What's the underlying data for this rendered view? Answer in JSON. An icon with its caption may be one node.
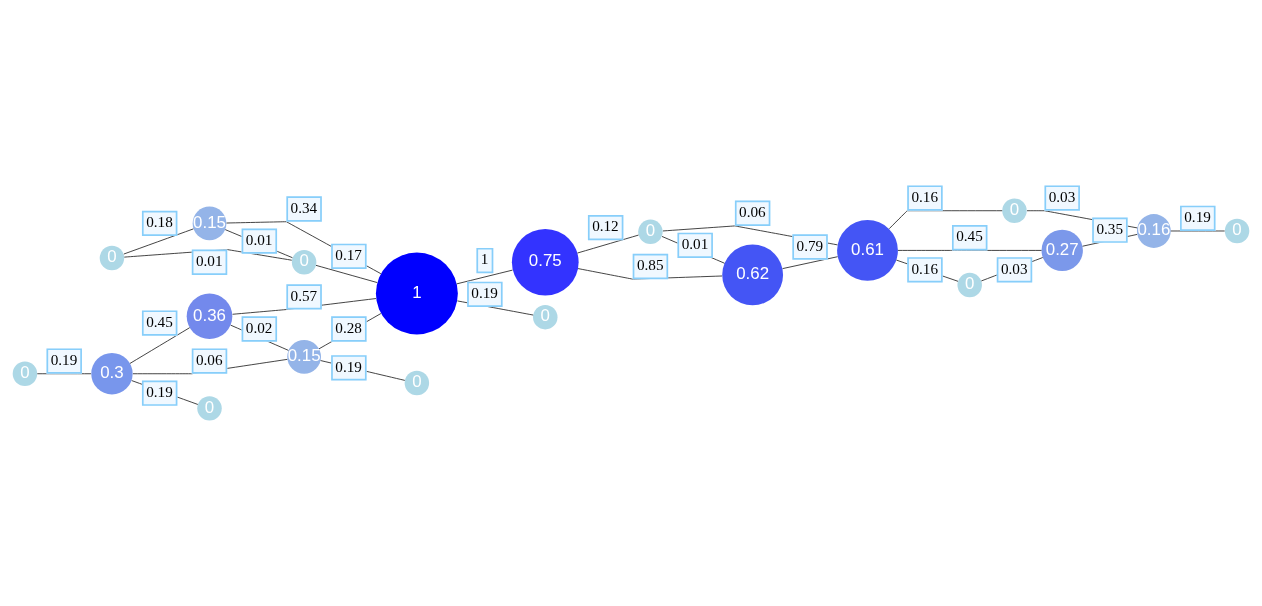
{
  "diagram": {
    "nodes": [
      {
        "text": [
          "0"
        ]
      },
      {
        "text": [
          "0.15"
        ]
      },
      {
        "text": [
          "0"
        ]
      },
      {
        "text": [
          "0"
        ]
      },
      {
        "text": [
          "0"
        ]
      },
      {
        "text": [
          "1"
        ]
      },
      {
        "text": [
          "0.36"
        ]
      },
      {
        "text": [
          "0.75"
        ]
      },
      {
        "text": [
          "0.61"
        ]
      },
      {
        "text": [
          "0.62"
        ]
      },
      {
        "text": [
          "0.16"
        ]
      },
      {
        "text": [
          "0.27"
        ]
      },
      {
        "text": [
          "0"
        ]
      },
      {
        "text": [
          "0.3"
        ]
      },
      {
        "text": [
          "0"
        ]
      },
      {
        "text": [
          "0.15"
        ]
      },
      {
        "text": [
          "0"
        ]
      },
      {
        "text": [
          "0"
        ]
      },
      {
        "text": [
          "0"
        ]
      },
      {
        "text": [
          "0"
        ]
      }
    ],
    "edges": [
      {
        "from": 0,
        "to": 1,
        "arrow": "none",
        "label": "0.18"
      },
      {
        "from": 0,
        "to": 2,
        "arrow": "none",
        "label": "0.01"
      },
      {
        "from": 1,
        "to": 2,
        "arrow": "none",
        "label": "0.01"
      },
      {
        "from": 1,
        "to": 5,
        "arrow": "none",
        "label": "0.34"
      },
      {
        "from": 2,
        "to": 5,
        "arrow": "none",
        "label": "0.17"
      },
      {
        "from": 5,
        "to": 7,
        "arrow": "none",
        "label": "1"
      },
      {
        "from": 6,
        "to": 5,
        "arrow": "none",
        "label": "0.57"
      },
      {
        "from": 15,
        "to": 5,
        "arrow": "none",
        "label": "0.28"
      },
      {
        "from": 5,
        "to": 14,
        "arrow": "none",
        "label": "0.19"
      },
      {
        "from": 13,
        "to": 6,
        "arrow": "none",
        "label": "0.45"
      },
      {
        "from": 6,
        "to": 15,
        "arrow": "none",
        "label": "0.02"
      },
      {
        "from": 13,
        "to": 15,
        "arrow": "none",
        "label": "0.06"
      },
      {
        "from": 16,
        "to": 13,
        "arrow": "none",
        "label": "0.19"
      },
      {
        "from": 13,
        "to": 18,
        "arrow": "none",
        "label": "0.19"
      },
      {
        "from": 15,
        "to": 19,
        "arrow": "none",
        "label": "0.19"
      },
      {
        "from": 7,
        "to": 3,
        "arrow": "none",
        "label": "0.12"
      },
      {
        "from": 7,
        "to": 9,
        "arrow": "none",
        "label": "0.85"
      },
      {
        "from": 3,
        "to": 9,
        "arrow": "none",
        "label": "0.01"
      },
      {
        "from": 3,
        "to": 8,
        "arrow": "none",
        "label": "0.06"
      },
      {
        "from": 9,
        "to": 8,
        "arrow": "none",
        "label": "0.79"
      },
      {
        "from": 8,
        "to": 4,
        "arrow": "none",
        "label": "0.16"
      },
      {
        "from": 8,
        "to": 11,
        "arrow": "none",
        "label": "0.45"
      },
      {
        "from": 8,
        "to": 17,
        "arrow": "none",
        "label": "0.16"
      },
      {
        "from": 17,
        "to": 11,
        "arrow": "none",
        "label": "0.03"
      },
      {
        "from": 11,
        "to": 10,
        "arrow": "none",
        "label": "0.35"
      },
      {
        "from": 4,
        "to": 10,
        "arrow": "none",
        "label": "0.03"
      },
      {
        "from": 10,
        "to": 12,
        "arrow": "none",
        "label": "0.19"
      }
    ]
  }
}
